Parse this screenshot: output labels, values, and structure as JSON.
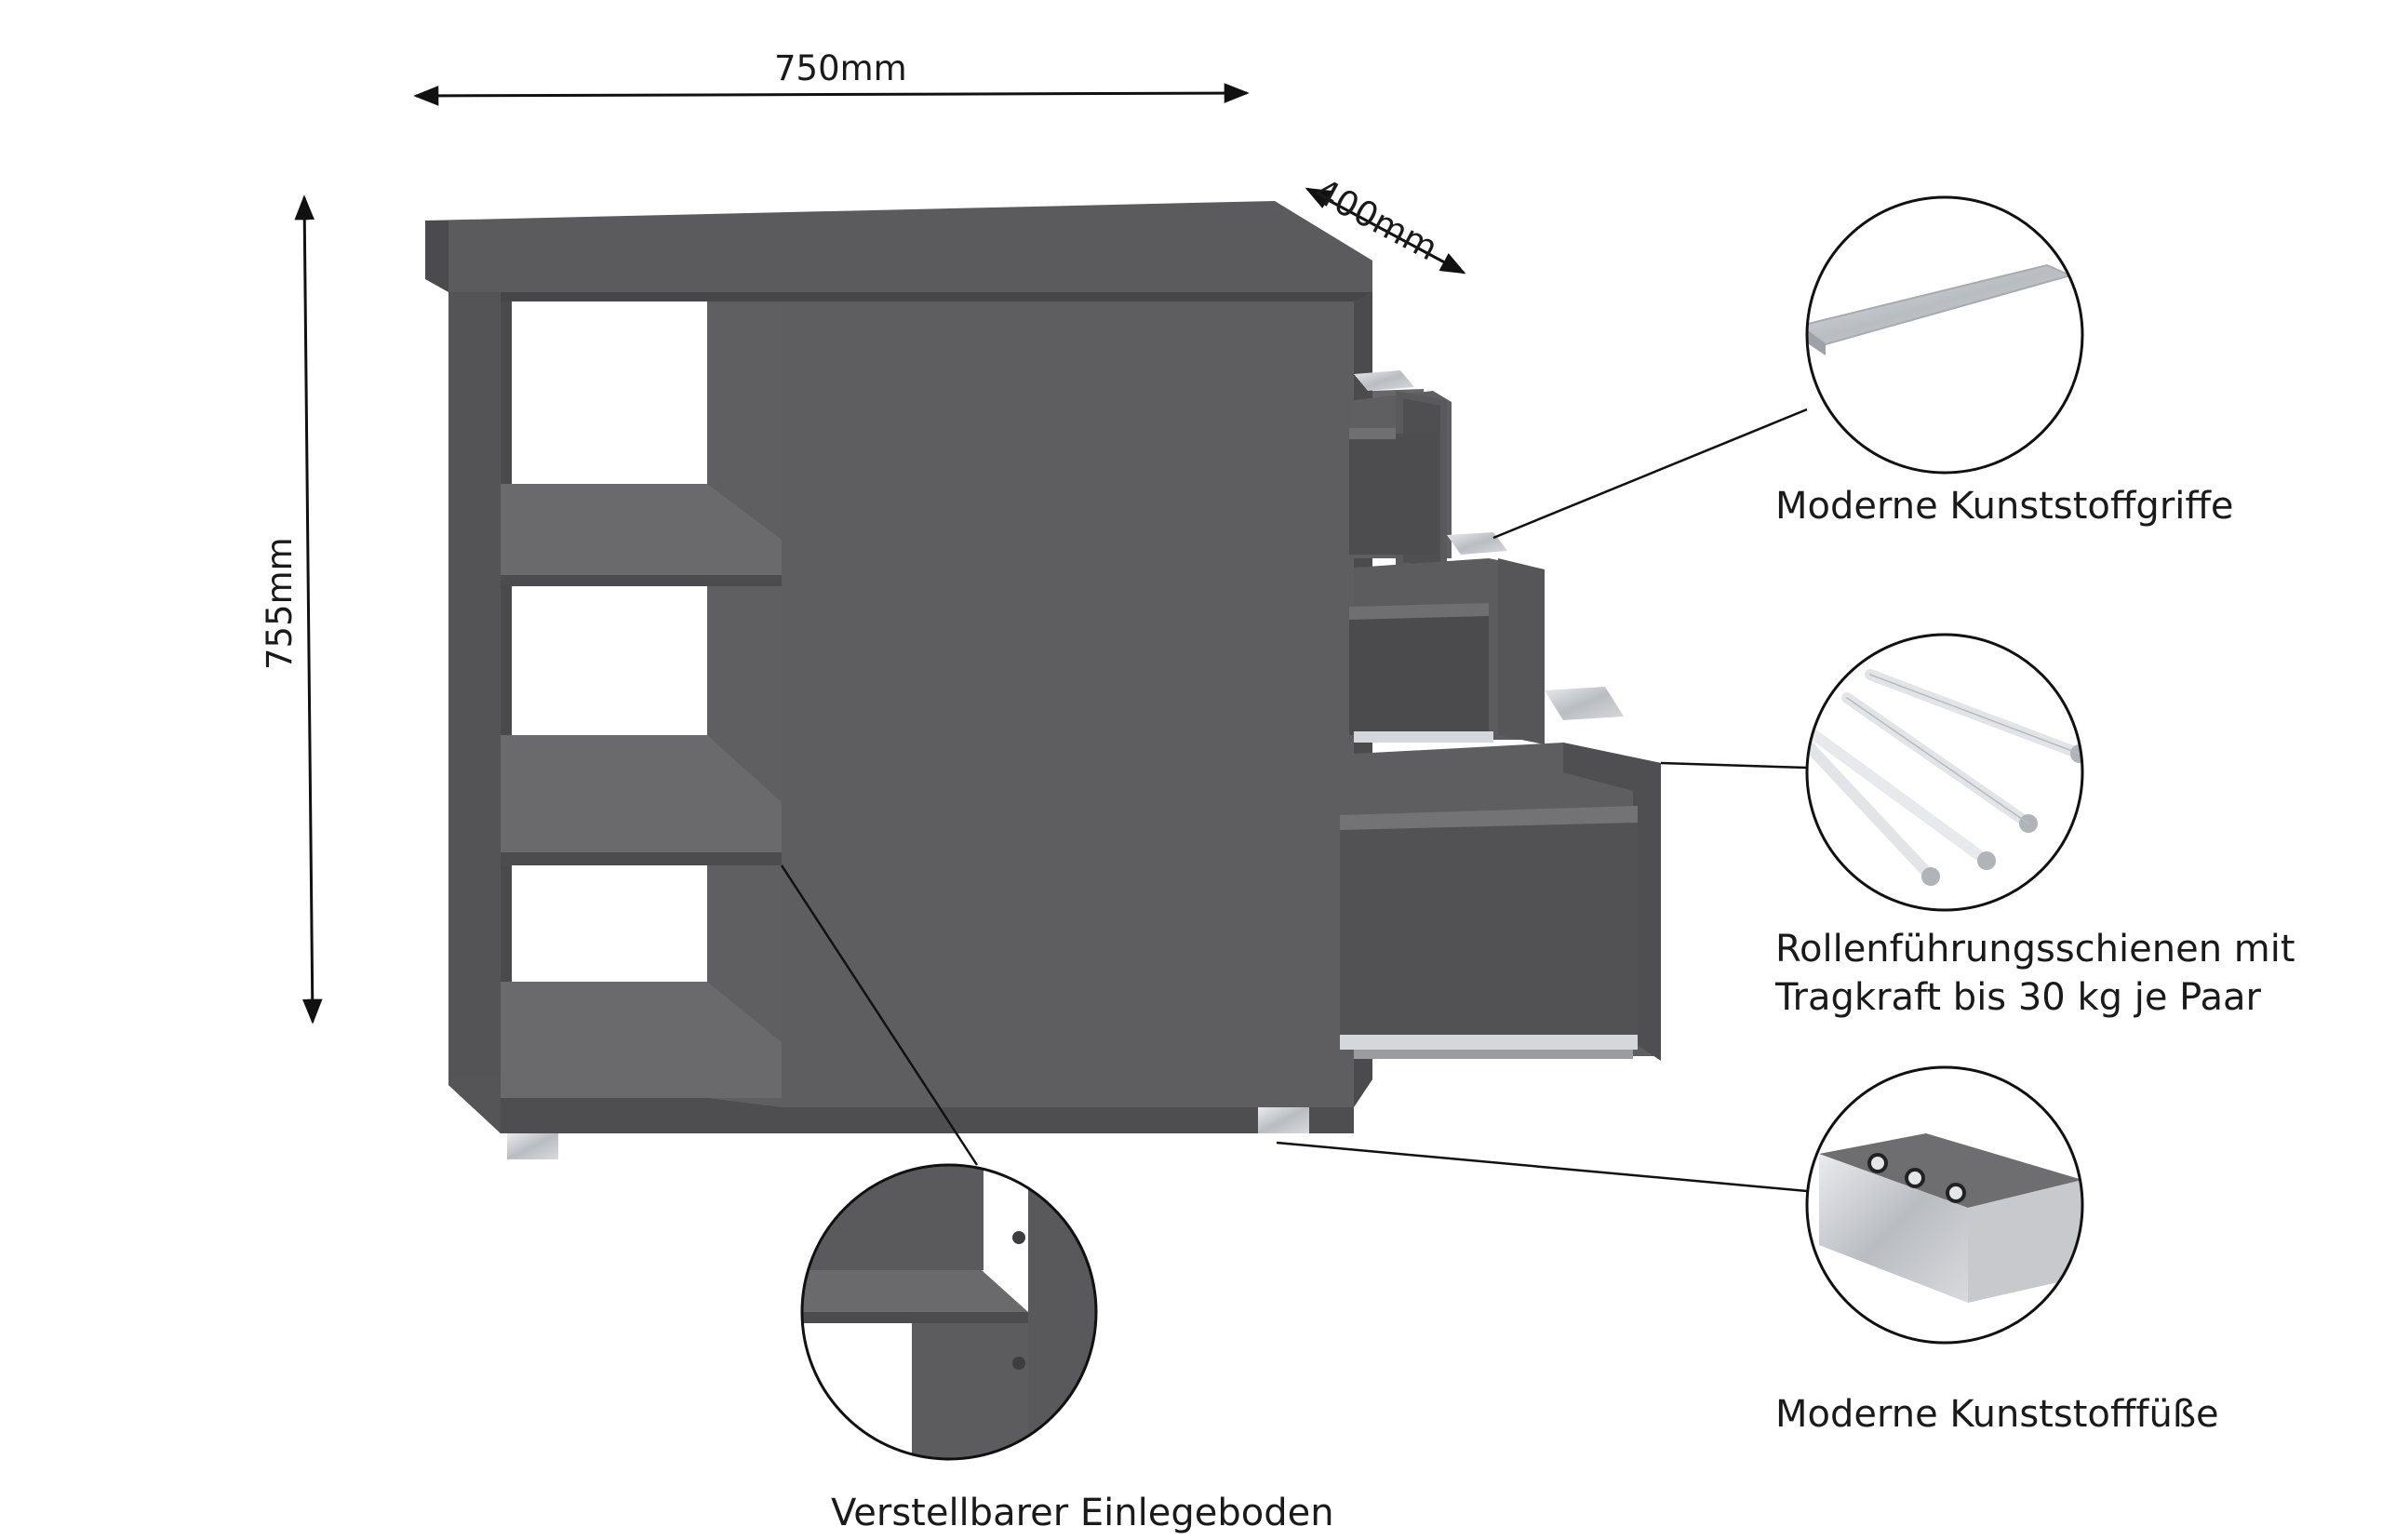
{
  "dimensions": {
    "width": "750mm",
    "depth": "400mm",
    "height": "755mm"
  },
  "callouts": {
    "handles": "Moderne Kunststoffgriffe",
    "rails_line1": "Rollenführungsschienen mit",
    "rails_line2": "Tragkraft bis 30 kg je Paar",
    "feet": "Moderne Kunststofffüße",
    "shelf": "Verstellbarer Einlegeboden"
  },
  "colors": {
    "cabinet": "#5e5e60",
    "cabinet_dark": "#4d4d4f",
    "cabinet_light": "#6c6c6e",
    "metal": "#c9ccd0",
    "line": "#111111"
  }
}
